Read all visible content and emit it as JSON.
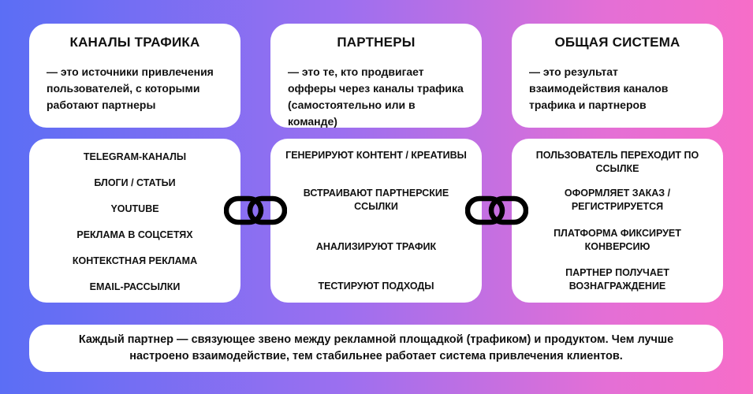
{
  "columns": [
    {
      "title": "КАНАЛЫ ТРАФИКА",
      "description": "— это источники привлечения пользователей, с которыми работают партнеры",
      "items": [
        "TELEGRAM-КАНАЛЫ",
        "БЛОГИ / СТАТЬИ",
        "YOUTUBE",
        "РЕКЛАМА В СОЦСЕТЯХ",
        "КОНТЕКСТНАЯ РЕКЛАМА",
        "EMAIL-РАССЫЛКИ"
      ]
    },
    {
      "title": "ПАРТНЕРЫ",
      "description": "— это те, кто продвигает офферы через каналы трафика (самостоятельно или в команде)",
      "items": [
        "ГЕНЕРИРУЮТ КОНТЕНТ / КРЕАТИВЫ",
        "ВСТРАИВАЮТ ПАРТНЕРСКИЕ ССЫЛКИ",
        "АНАЛИЗИРУЮТ ТРАФИК",
        "ТЕСТИРУЮТ ПОДХОДЫ"
      ]
    },
    {
      "title": "ОБЩАЯ СИСТЕМА",
      "description": "— это результат взаимодействия каналов трафика и партнеров",
      "items": [
        "ПОЛЬЗОВАТЕЛЬ ПЕРЕХОДИТ ПО ССЫЛКЕ",
        "ОФОРМЛЯЕТ ЗАКАЗ / РЕГИСТРИРУЕТСЯ",
        "ПЛАТФОРМА ФИКСИРУЕТ КОНВЕРСИЮ",
        "ПАРТНЕР ПОЛУЧАЕТ ВОЗНАГРАЖДЕНИЕ"
      ]
    }
  ],
  "connectors": [
    "chain-link-icon",
    "chain-link-icon"
  ],
  "footer": "Каждый партнер — связующее звено между рекламной площадкой (трафиком) и продуктом. Чем лучше настроено взаимодействие, тем стабильнее работает система привлечения клиентов.",
  "colors": {
    "gradient_start": "#5b6ef5",
    "gradient_end": "#f76dc8",
    "card": "#ffffff",
    "text": "#111111"
  }
}
